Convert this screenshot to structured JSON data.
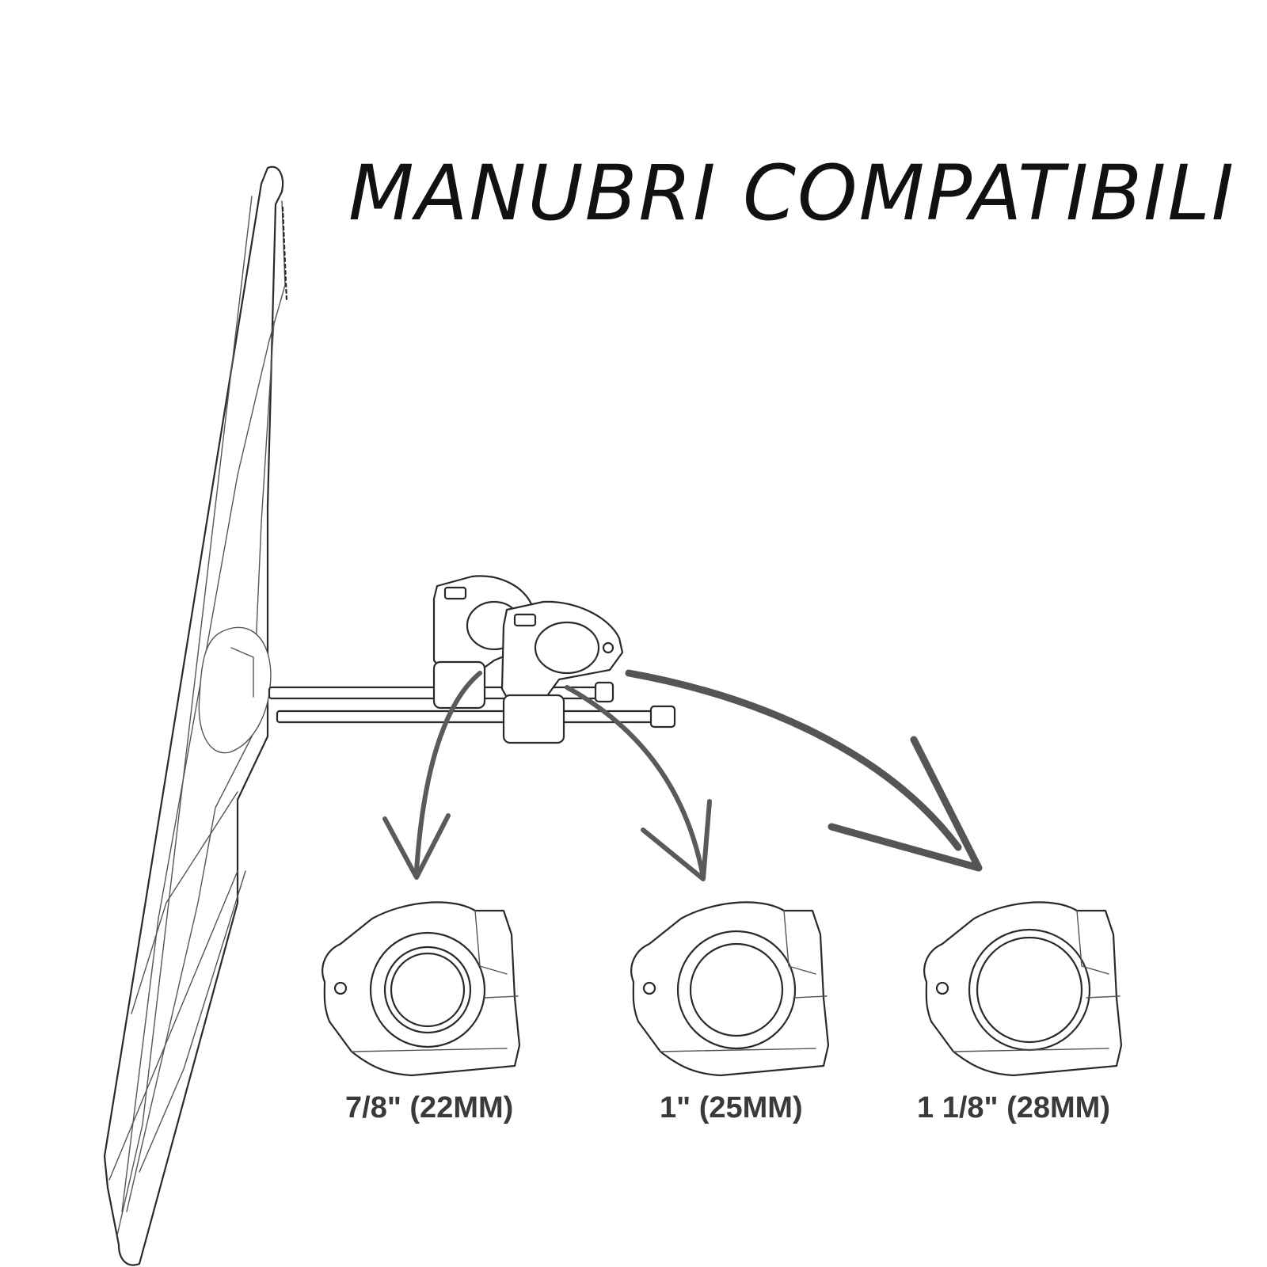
{
  "title": "MANUBRI COMPATIBILI",
  "sizes": [
    {
      "label": "7/8\" (22MM)"
    },
    {
      "label": "1\" (25MM)"
    },
    {
      "label": "1 1/8\" (28MM)"
    }
  ],
  "colors": {
    "title": "#111111",
    "labels": "#3a3a3a",
    "arrows": "#555555",
    "lines": "#2a2a2a"
  }
}
